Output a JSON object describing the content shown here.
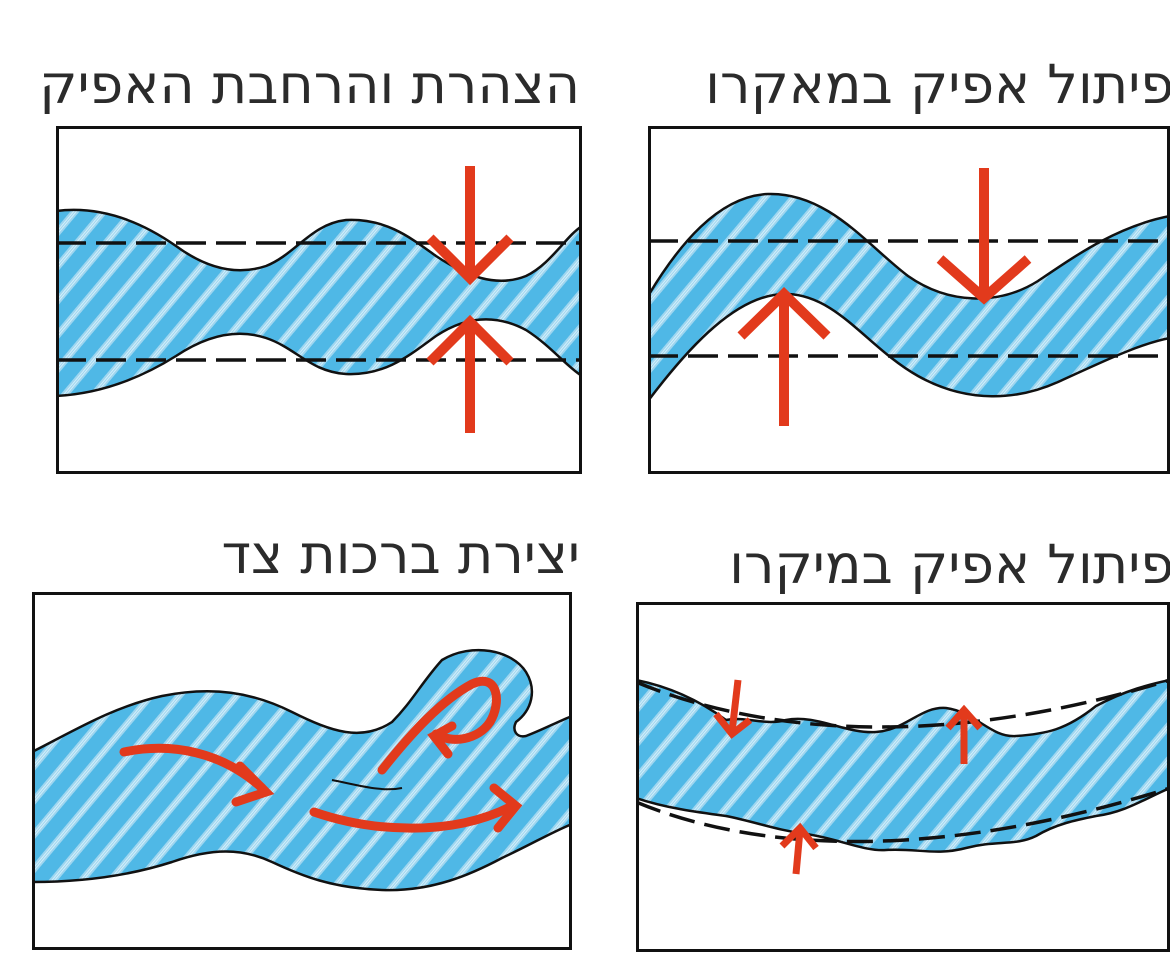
{
  "panels": [
    {
      "id": "macro",
      "title": "פיתול אפיק במאקרו"
    },
    {
      "id": "narrow",
      "title": "הצהרת והרחבת האפיק"
    },
    {
      "id": "micro",
      "title": "פיתול אפיק במיקרו"
    },
    {
      "id": "backwater",
      "title": "יצירת ברכות צד"
    }
  ],
  "colors": {
    "channel_fill": "#4fb8e6",
    "hatch": "#a9dcf2",
    "outline": "#111111",
    "arrow": "#e23a1c",
    "frame": "#111111"
  }
}
